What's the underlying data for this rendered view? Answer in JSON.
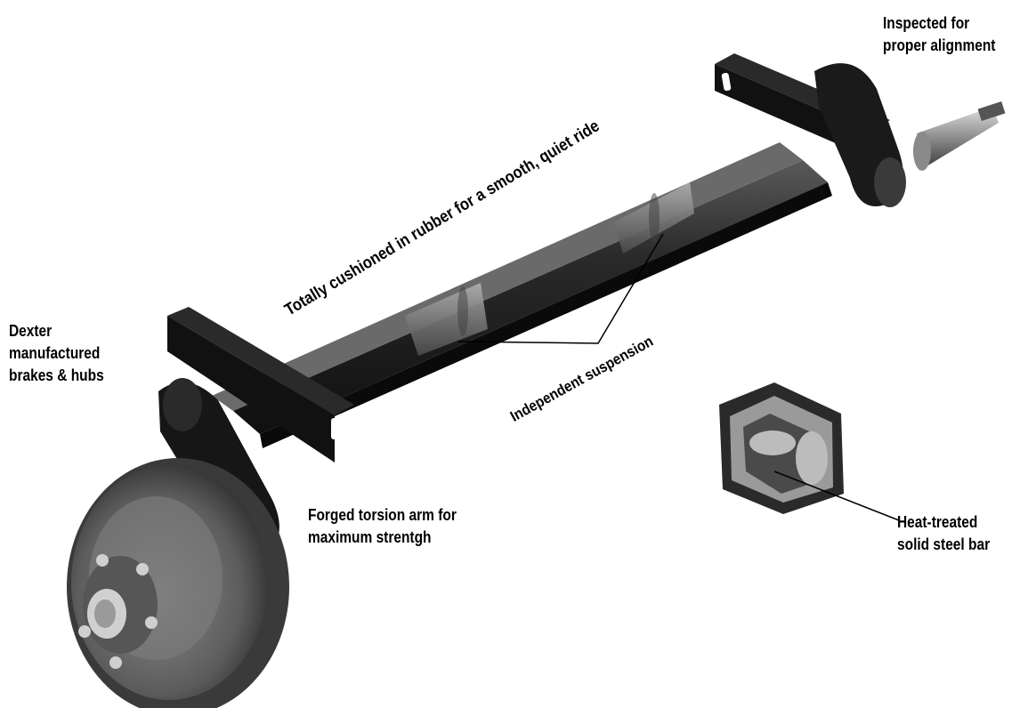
{
  "callouts": {
    "inspected": [
      "Inspected for",
      "proper alignment"
    ],
    "dexter": [
      "Dexter",
      "manufactured",
      "brakes & hubs"
    ],
    "forged": [
      "Forged torsion arm for",
      "maximum strentgh"
    ],
    "heat_treated": [
      "Heat-treated",
      "solid steel bar"
    ],
    "cushioned": "Totally cushioned in rubber for a smooth, quiet ride",
    "independent": "Independent suspension"
  },
  "colors": {
    "steel_dark": "#1c1c1c",
    "steel_mid": "#4a4a4a",
    "steel_light": "#9a9a9a",
    "rubber": "#7e7e7e",
    "drum": "#6e6e6e"
  }
}
